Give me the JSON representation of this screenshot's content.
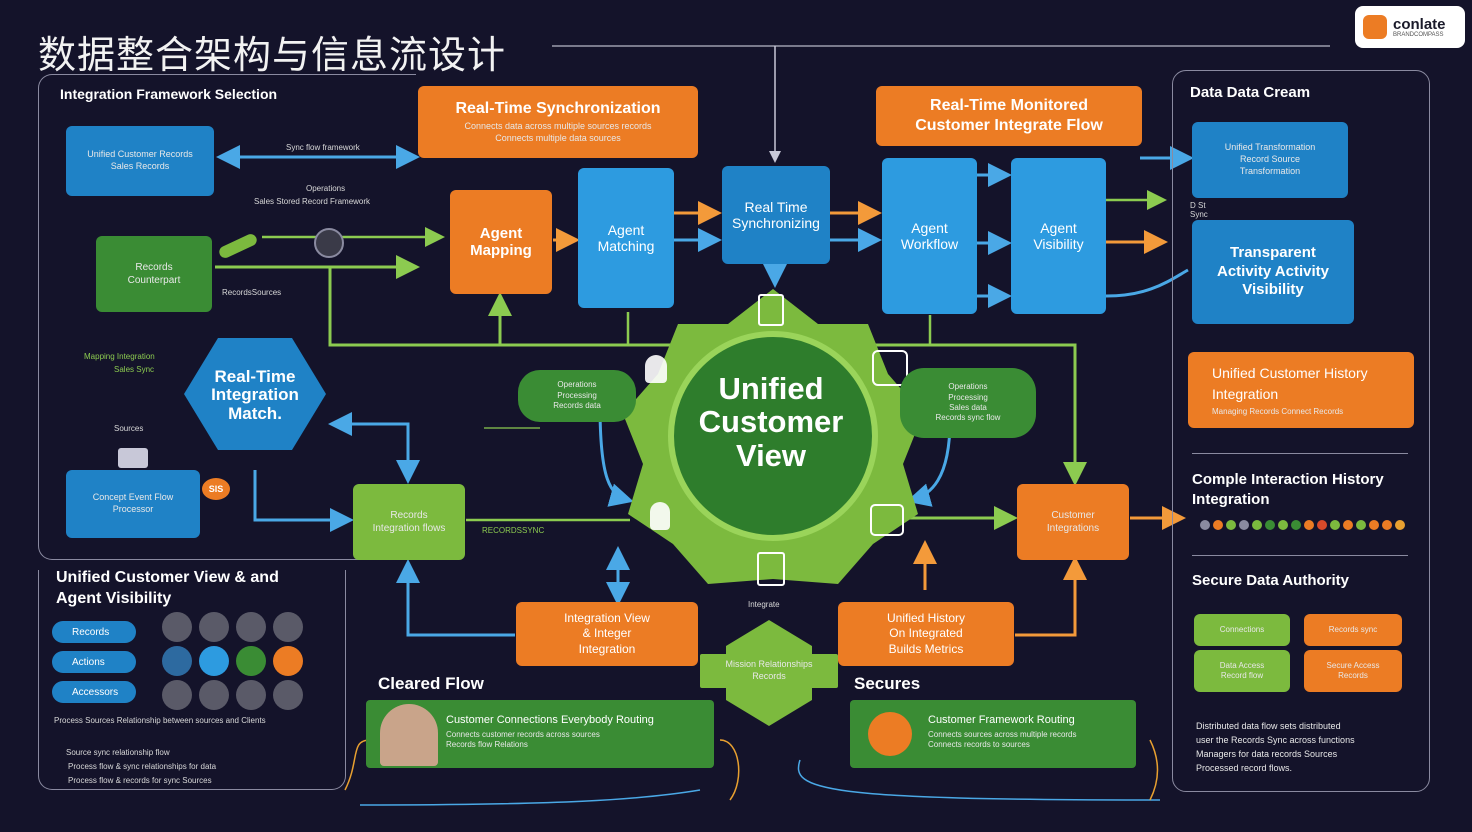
{
  "title": "数据整合架构与信息流设计",
  "logo": {
    "name": "conlate",
    "sub": "BRANDCOMPASS"
  },
  "left_panel": {
    "heading": "Integration Framework Selection",
    "box1": "Unified Customer Records\nSales Records",
    "arrow1_label": "Sync flow framework",
    "label2a": "Operations",
    "label2b": "Sales Stored Record Framework",
    "box2": "Records\nCounterpart",
    "label3": "RecordsSources",
    "label4a": "Mapping Integration",
    "label4b": "Sales Sync",
    "hex": "Real-Time\nIntegration\nMatch.",
    "label5": "Sources",
    "box3": "Concept Event Flow\nProcessor",
    "badge": "SIS"
  },
  "bottom_left": {
    "heading": "Unified Customer View & and\nAgent Visibility",
    "pills": [
      "Records",
      "Actions",
      "Accessors"
    ],
    "line1": "Process Sources Relationship between sources and Clients",
    "line2": "Source sync relationship flow",
    "line3a": "Process flow & sync relationships for data",
    "line3b": "Process flow & records for sync Sources"
  },
  "top_center": {
    "sync_title": "Real-Time Synchronization",
    "sync_sub": "Connects data across multiple sources records\nConnects multiple data sources",
    "monitored_title": "Real-Time Monitored\nCustomer Integrate Flow"
  },
  "center": {
    "agent_mapping": "Agent\nMapping",
    "agent_matching": "Agent\nMatching",
    "rt_sync": "Real Time\nSynchronizing",
    "agent_workflow": "Agent\nWorkflow",
    "agent_visibility": "Agent\nVisibility",
    "hub": "Unified\nCustomer\nView",
    "bubble_left": "Operations\nProcessing\nRecords data",
    "bubble_right": "Operations\nProcessing\nSales data\nRecords sync flow",
    "left_green": "Records\nIntegration flows",
    "left_green_label": "RECORDSSYNC",
    "right_orange": "Customer\nIntegrations",
    "bottom_label": "Integrate",
    "bottom_orange1": "Integration View\n& Integer\nIntegration",
    "bottom_orange2": "Unified History\nOn Integrated\nBuilds Metrics",
    "bottom_green": "Mission Relationships\nRecords",
    "cleared_flow": "Cleared Flow",
    "secures": "Secures",
    "card1_title": "Customer Connections Everybody Routing",
    "card1_sub": "Connects customer records across sources\nRecords flow Relations",
    "card2_title": "Customer Framework Routing",
    "card2_sub": "Connects sources across multiple records\nConnects records to sources"
  },
  "right_panel": {
    "heading": "Data Data Cream",
    "box1": "Unified Transformation\nRecord Source\nTransformation",
    "label1": "D St\nSync",
    "box2": "Transparent\nActivity Activity\nVisibility",
    "box3_title": "Unified Customer History\nIntegration",
    "box3_sub": "Managing Records Connect Records",
    "history_heading": "Comple Interaction History\nIntegration",
    "dot_colors": [
      "#8a8aa0",
      "#ec7c24",
      "#7cba3e",
      "#8a8aa0",
      "#7cba3e",
      "#3a8c34",
      "#7cba3e",
      "#3a8c34",
      "#ec7c24",
      "#d84a2a",
      "#7cba3e",
      "#ec7c24",
      "#7cba3e",
      "#ec7c24",
      "#ec7c24",
      "#e8a030"
    ],
    "secure_heading": "Secure Data Authority",
    "tiles": [
      "Connections",
      "Records sync",
      "Data Access\nRecord flow",
      "Secure Access\nRecords"
    ],
    "footer": "Distributed data flow sets distributed\nuser the Records Sync across functions\nManagers for data records Sources\nProcessed record flows."
  },
  "colors": {
    "bg": "#14132a",
    "blue": "#1f82c6",
    "orange": "#ec7c24",
    "green": "#3a8c34",
    "lightgreen": "#7cba3e"
  }
}
